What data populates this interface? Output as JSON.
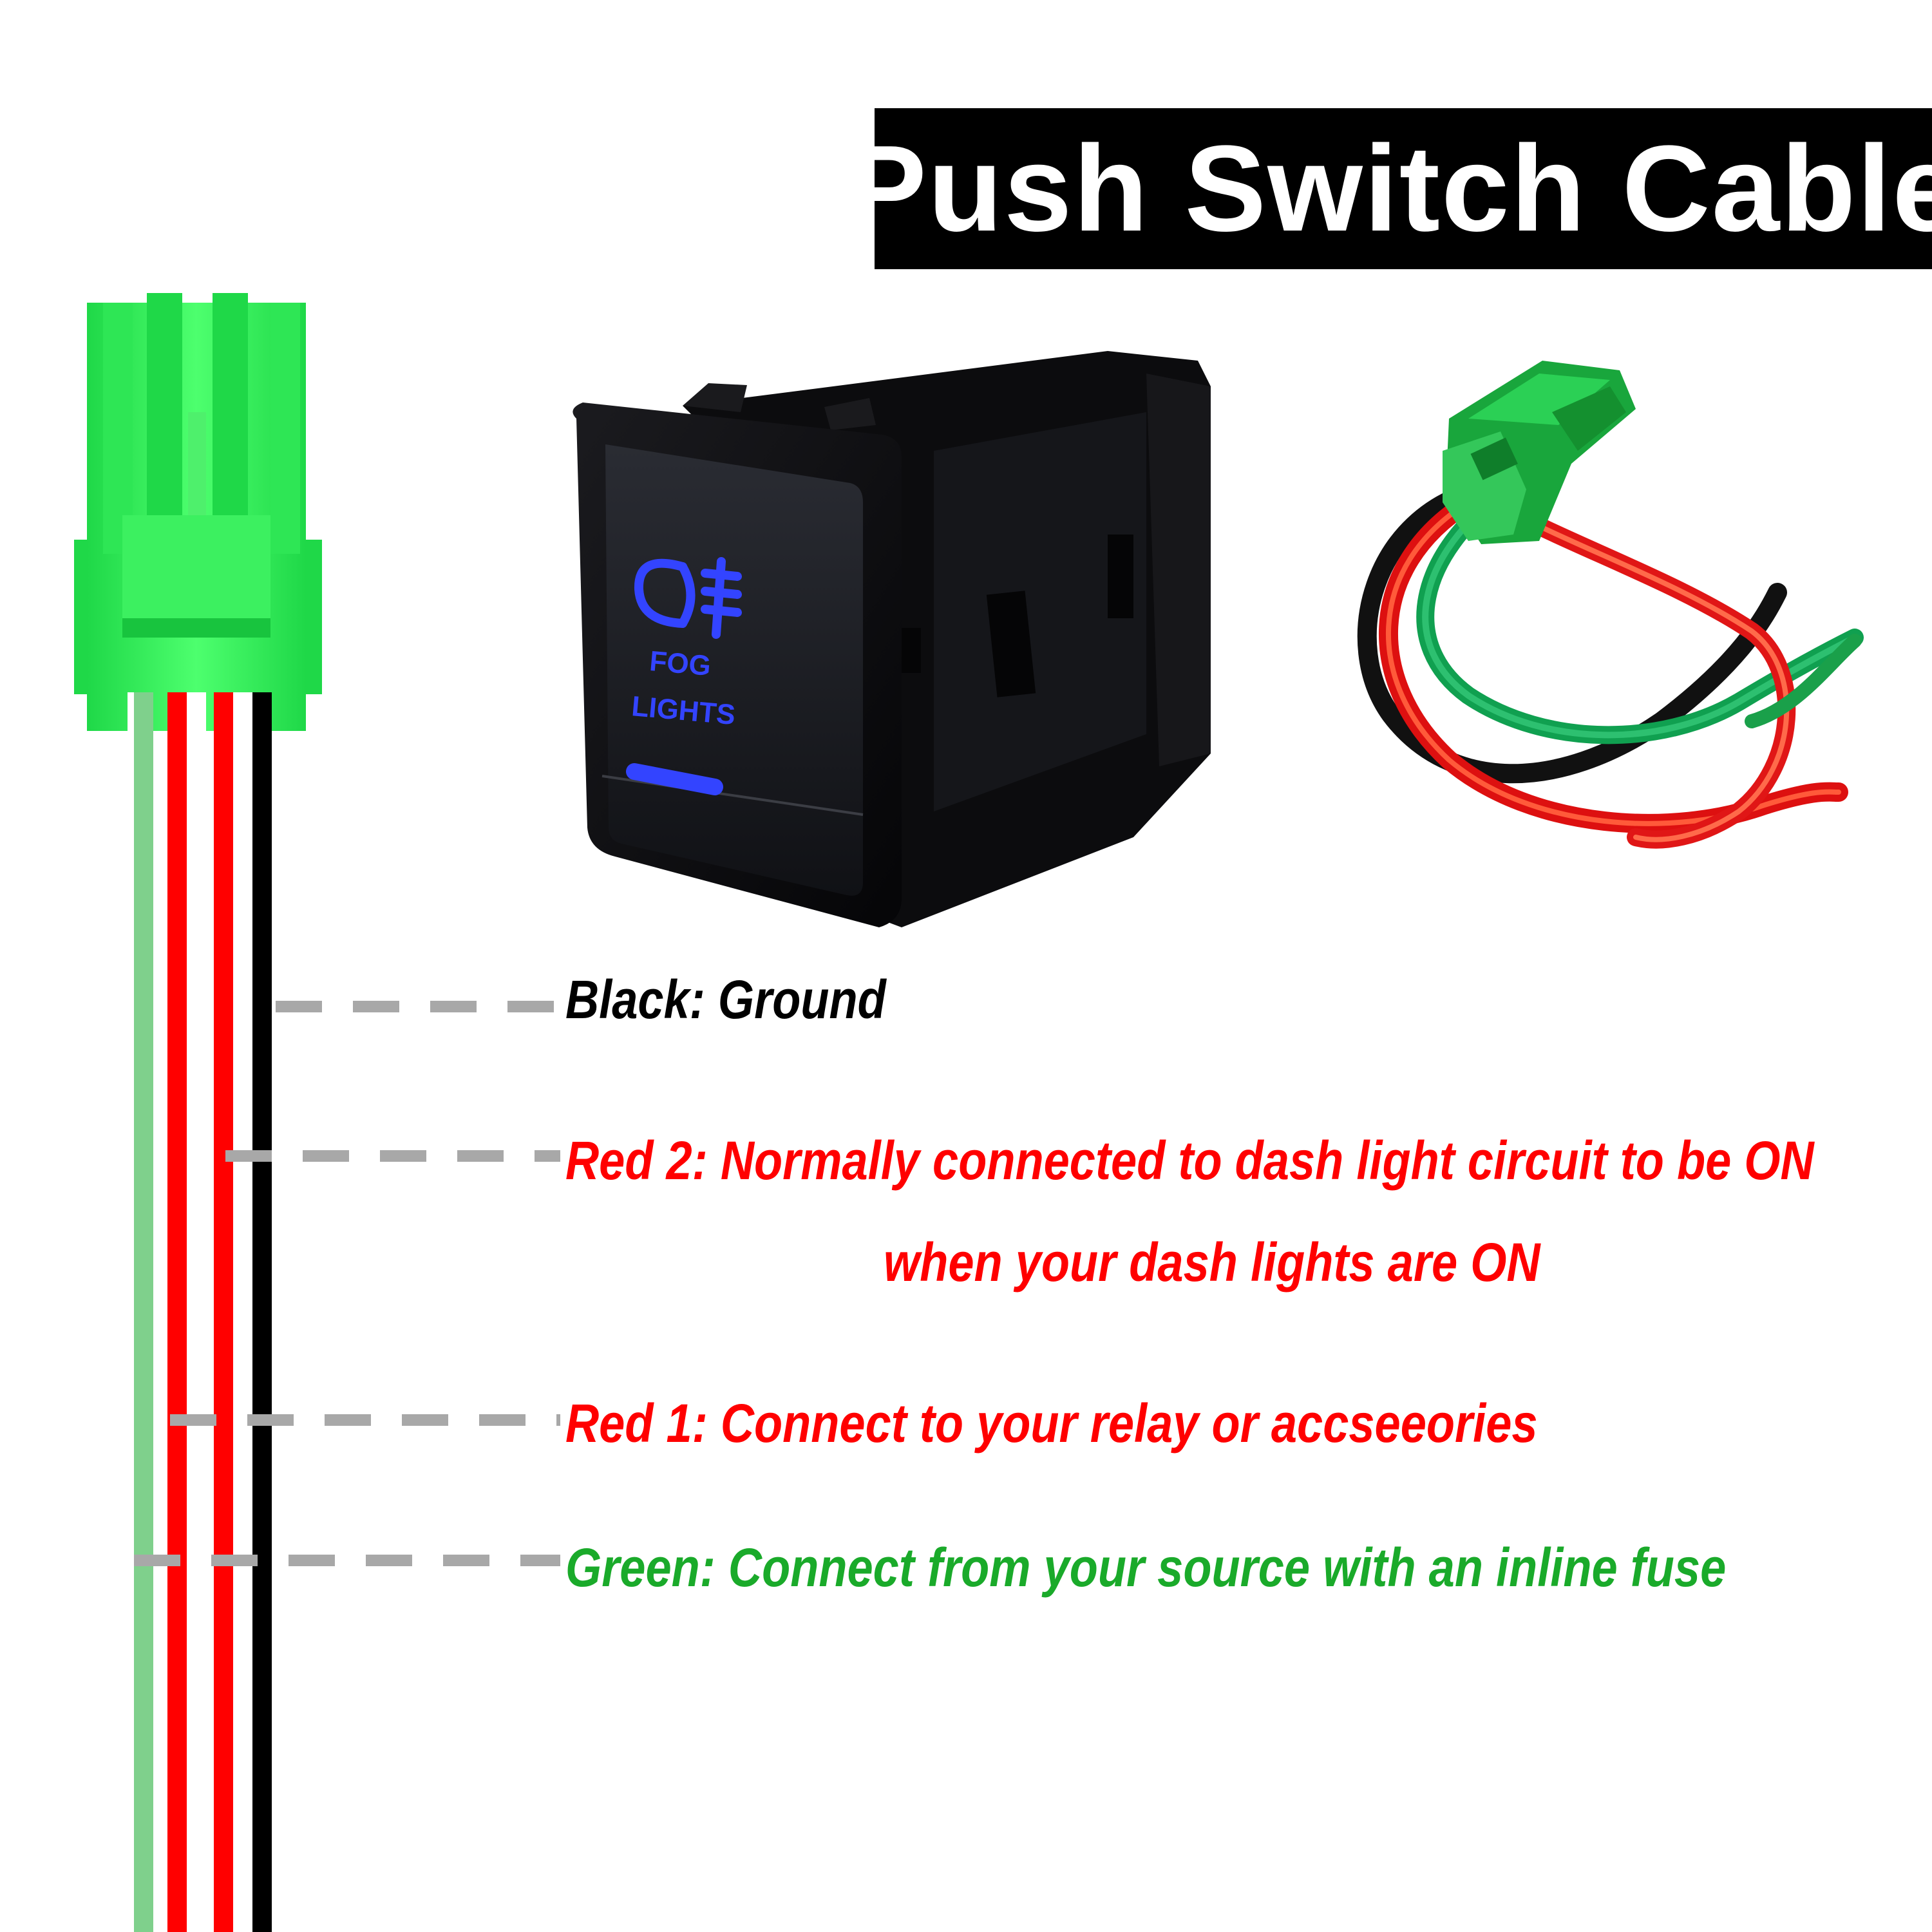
{
  "title": "Push Switch Cable",
  "switch_face": {
    "line1": "FOG",
    "line2": "LIGHTS",
    "icon": "fog-light-icon",
    "indicator_color": "#3344ff"
  },
  "labels": {
    "black": "Black: Ground",
    "red2_line1": "Red 2: Normally connected to dash light circuit to be ON",
    "red2_line2": "when your dash lights are ON",
    "red1": "Red 1: Connect to your relay or accseeories",
    "green": "Green: Connect from your source with an inline fuse"
  },
  "colors": {
    "connector": "#22e84a",
    "wire_green": "#7fd08c",
    "wire_red": "#ff0000",
    "wire_black": "#000000",
    "leader": "#a8a8a8",
    "label_red": "#ff0000",
    "label_green": "#1aaa2a"
  }
}
